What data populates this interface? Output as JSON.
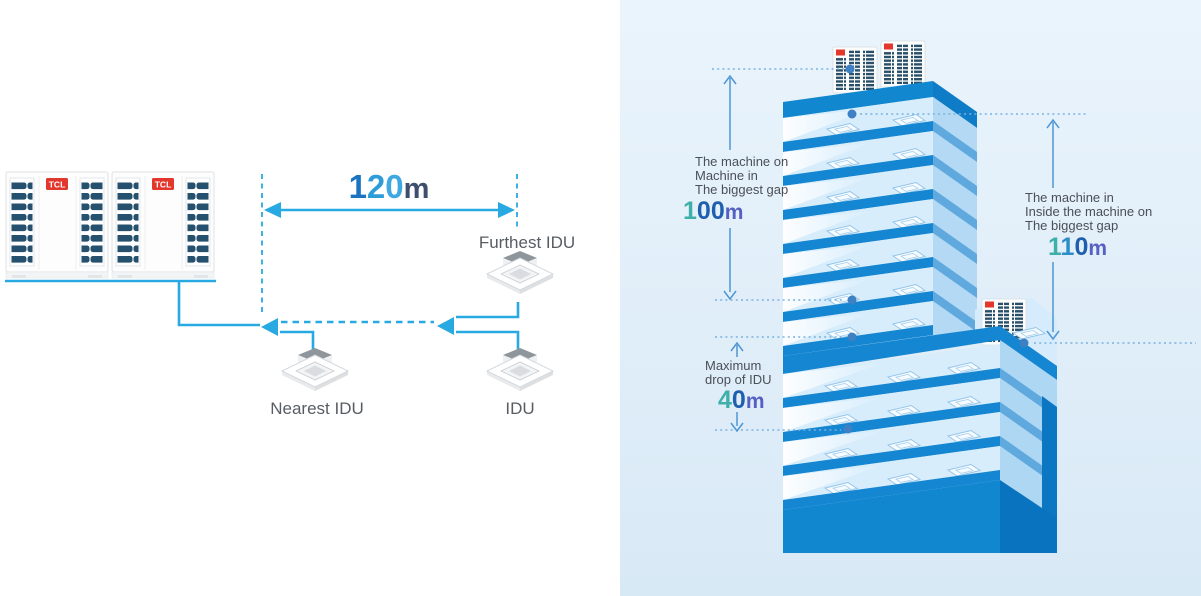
{
  "brand": "TCL",
  "left": {
    "distance": {
      "d0": "1",
      "d1": "2",
      "d2": "0",
      "unit": "m"
    },
    "furthest_label": "Furthest IDU",
    "nearest_label": "Nearest IDU",
    "idu_label": "IDU"
  },
  "right": {
    "roof_gap": {
      "line1": "The machine on",
      "line2": "Machine in",
      "line3": "The biggest gap",
      "d0": "1",
      "d1": "0",
      "d2": "0",
      "unit": "m"
    },
    "inner_gap": {
      "line1": "The machine in",
      "line2": "Inside the machine on",
      "line3": "The biggest gap",
      "d0": "1",
      "d1": "1",
      "d2": "0",
      "unit": "m"
    },
    "drop": {
      "line1": "Maximum",
      "line2": "drop of IDU",
      "d0": "4",
      "d1": "0",
      "unit": "m"
    }
  },
  "colors": {
    "pipe": "#29a9e2",
    "dim1": "#1b74c1",
    "dim2": "#2e9cd8",
    "dim3": "#3ea8e1",
    "dimUnit": "#3d4e6e",
    "teal": "#3fb0a9",
    "blue": "#1e5fae",
    "mid": "#2b8ec8",
    "unitPurple": "#5560c2",
    "slab": "#1586d1",
    "floor": "#d7edfc",
    "annLine": "#4d97d4",
    "dot": "#3e80c4"
  }
}
